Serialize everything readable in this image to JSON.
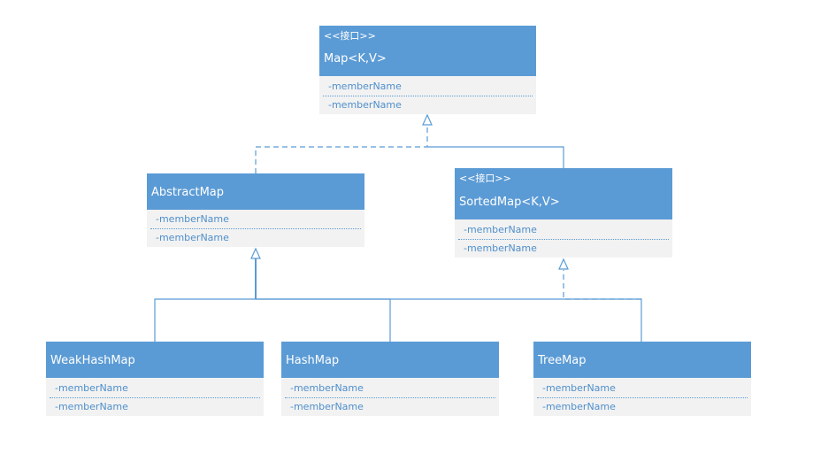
{
  "colors": {
    "header": "#5b9bd5",
    "compartment": "#f2f2f2",
    "member_text": "#4f8fcb",
    "line": "#5b9bd5"
  },
  "classes": {
    "map": {
      "stereotype": "<<接口>>",
      "name": "Map<K,V>",
      "members": [
        "-memberName",
        "-memberName"
      ]
    },
    "abstract_map": {
      "name": "AbstractMap",
      "members": [
        "-memberName",
        "-memberName"
      ]
    },
    "sorted_map": {
      "stereotype": "<<接口>>",
      "name": "SortedMap<K,V>",
      "members": [
        "-memberName",
        "-memberName"
      ]
    },
    "weak_hash_map": {
      "name": "WeakHashMap",
      "members": [
        "-memberName",
        "-memberName"
      ]
    },
    "hash_map": {
      "name": "HashMap",
      "members": [
        "-memberName",
        "-memberName"
      ]
    },
    "tree_map": {
      "name": "TreeMap",
      "members": [
        "-memberName",
        "-memberName"
      ]
    }
  },
  "relations": [
    {
      "from": "abstract_map",
      "to": "map",
      "kind": "realization"
    },
    {
      "from": "sorted_map",
      "to": "map",
      "kind": "generalization"
    },
    {
      "from": "weak_hash_map",
      "to": "abstract_map",
      "kind": "generalization"
    },
    {
      "from": "hash_map",
      "to": "abstract_map",
      "kind": "generalization"
    },
    {
      "from": "tree_map",
      "to": "abstract_map",
      "kind": "generalization"
    },
    {
      "from": "tree_map",
      "to": "sorted_map",
      "kind": "realization"
    }
  ]
}
